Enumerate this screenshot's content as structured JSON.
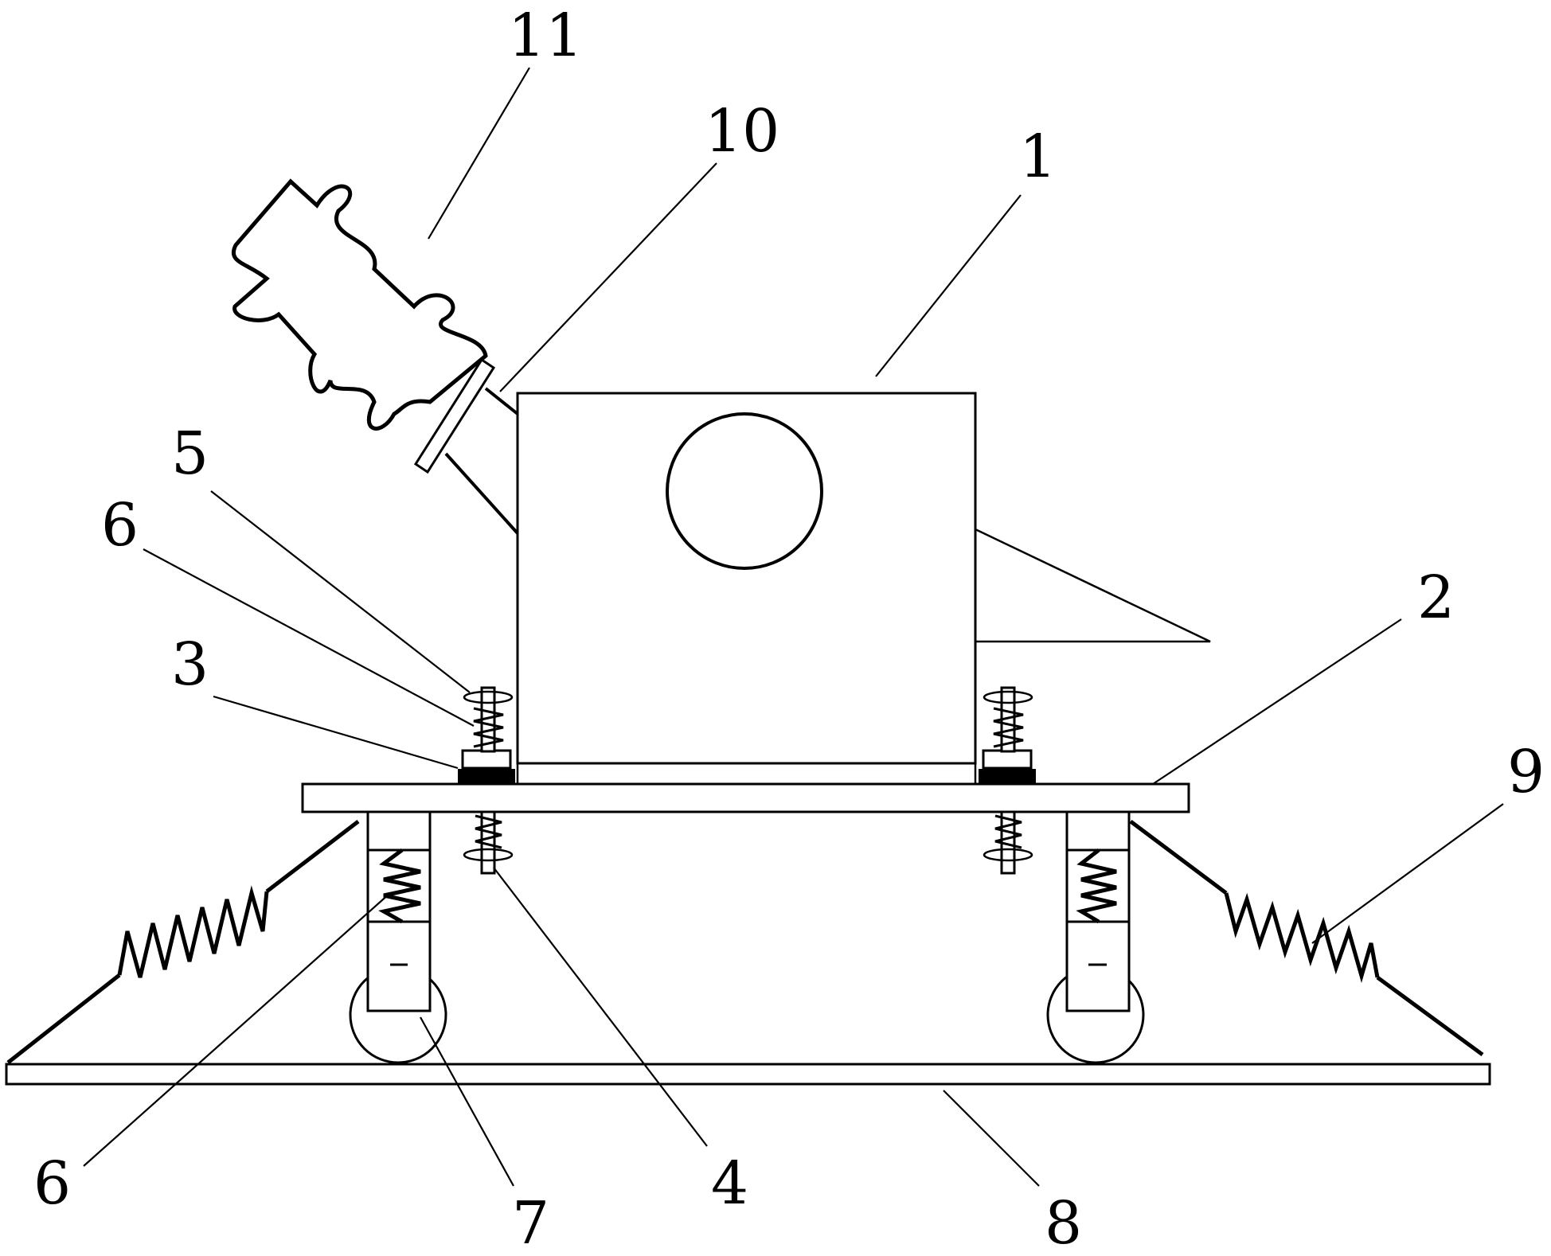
{
  "figure": {
    "labels": {
      "l1": "1",
      "l2": "2",
      "l3": "3",
      "l4": "4",
      "l5": "5",
      "l6a": "6",
      "l6b": "6",
      "l7": "7",
      "l8": "8",
      "l9": "9",
      "l10": "10",
      "l11": "11"
    }
  }
}
